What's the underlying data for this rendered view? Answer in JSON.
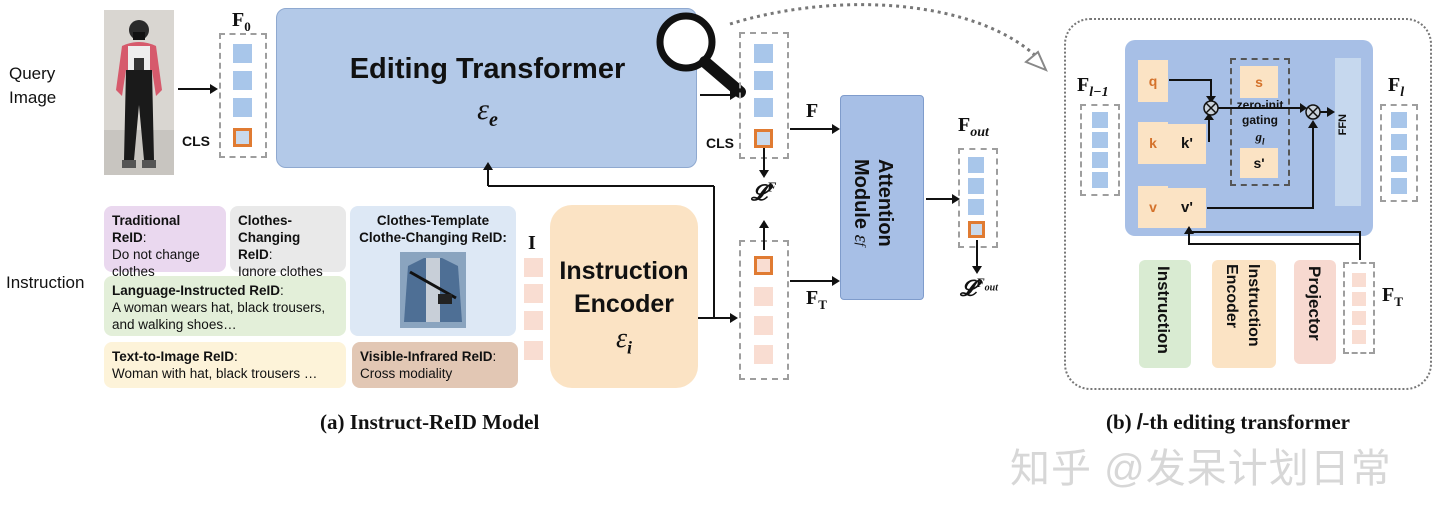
{
  "left": {
    "query_image_label": "Query\nImage",
    "instruction_label": "Instruction",
    "f0_label": "F",
    "f0_sub": "0",
    "cls_label_left": "CLS",
    "cls_label_right": "CLS",
    "editing_transformer_title": "Editing Transformer",
    "editing_transformer_symbol": "ε",
    "editing_transformer_sub": "e",
    "instruction_encoder_title": "Instruction\nEncoder",
    "instruction_encoder_symbol": "ε",
    "instruction_encoder_sub": "i",
    "i_label": "I",
    "f_label": "F",
    "ft_label": "F",
    "ft_sub": "T",
    "loss_f": "𝓛",
    "loss_f_sup": "F",
    "attention_module": "Attention\nModule",
    "attention_symbol": "ε",
    "attention_sub": "f",
    "fout_label": "F",
    "fout_sub": "out",
    "loss_fout": "𝓛",
    "loss_fout_sup": "F",
    "loss_fout_supsub": "out",
    "caption": "(a) Instruct-ReID Model"
  },
  "instructions": {
    "traditional_title": "Traditional ReID",
    "traditional_text": "Do not change clothes",
    "cc_title": "Clothes-Changing ReID",
    "cc_text": "Ignore clothes",
    "ct_title": "Clothes-Template Clothe-Changing ReID:",
    "lang_title": "Language-Instructed ReID",
    "lang_text": "A woman wears hat, black trousers, and walking shoes…",
    "t2i_title": "Text-to-Image ReID",
    "t2i_text": "Woman with hat, black trousers …",
    "vi_title": "Visible-Infrared ReID",
    "vi_text": "Cross modiality"
  },
  "right": {
    "fl_minus_label": "F",
    "fl_minus_sub": "l−1",
    "fl_label": "F",
    "fl_sub": "l",
    "q": "q",
    "k": "k",
    "v": "v",
    "k_prime": "k'",
    "v_prime": "v'",
    "s": "s",
    "s_prime": "s'",
    "zero_init": "zero-init\ngating",
    "g": "g",
    "g_sub": "l",
    "ffn": "FFN",
    "instruction": "Instruction",
    "instruction_encoder": "Instruction\nEncoder",
    "projector": "Projector",
    "ft_label": "F",
    "ft_sub": "T",
    "caption": "(b) 𝑙-th editing transformer"
  },
  "watermark": "知乎 @发呆计划日常",
  "colors": {
    "editing_blue": "#b3c9e8",
    "encoder_peach": "#fbe3c4",
    "attention_blue": "#a7bfe6",
    "token_blue": "#a8c6ea",
    "token_pink": "#f9ddd2",
    "cls_orange": "#e07b32"
  }
}
